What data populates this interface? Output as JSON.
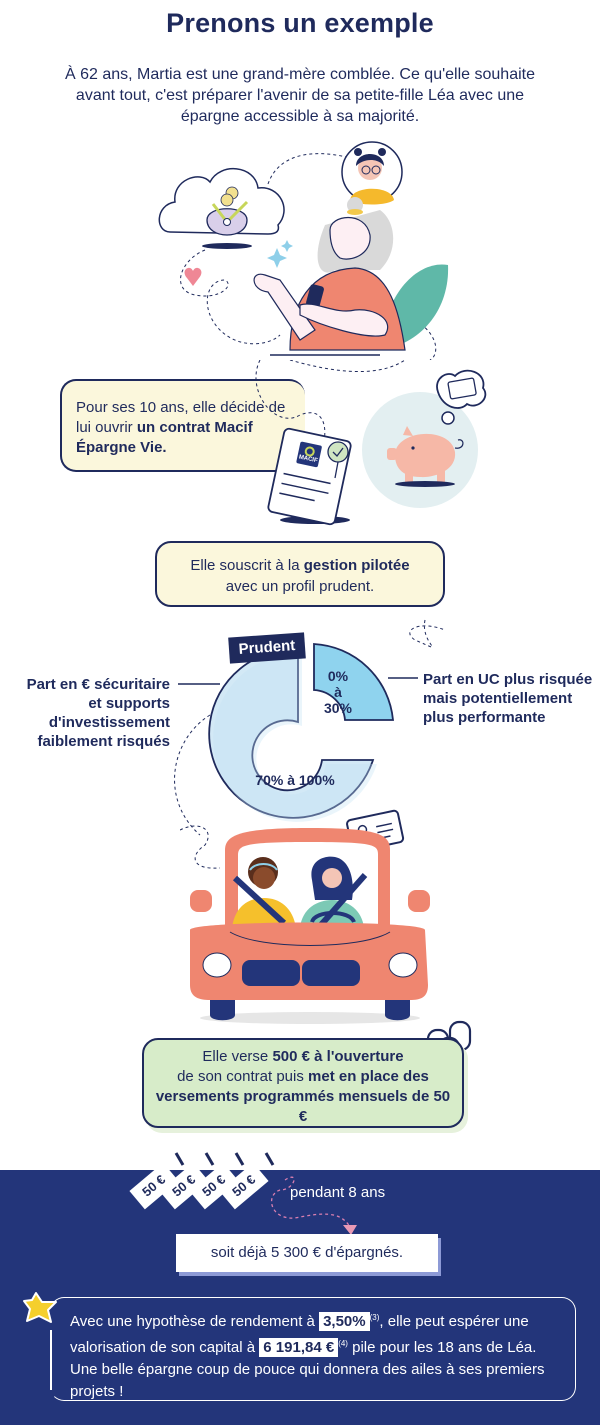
{
  "title": "Prenons un exemple",
  "intro": "À 62 ans, Martia est une grand-mère comblée. Ce qu'elle souhaite avant tout, c'est préparer l'avenir de sa petite-fille Léa avec une épargne accessible à sa majorité.",
  "step1": {
    "text_regular": "Pour ses 10 ans, elle décide de lui ouvrir ",
    "text_bold": "un contrat Macif Épargne Vie.",
    "document_logo": "MACIF"
  },
  "step2": {
    "text_before": "Elle souscrit à la ",
    "text_bold": "gestion pilotée",
    "text_after": " avec un profil prudent."
  },
  "allocation": {
    "profile_tag": "Prudent",
    "left_label": "Part en € sécuritaire et supports d'investissement faiblement risqués",
    "right_label": "Part en UC plus risquée mais potentiellement plus performante",
    "segment_uc_line1": "0%",
    "segment_uc_line2": "à",
    "segment_uc_line3": "30%",
    "segment_euro": "70% à 100%"
  },
  "chart_data": {
    "type": "pie",
    "title": "Prudent",
    "categories": [
      "Part en € sécuritaire et supports d'investissement faiblement risqués",
      "Part en UC plus risquée mais potentiellement plus performante"
    ],
    "values": [
      75,
      25
    ],
    "value_labels": [
      "70% à 100%",
      "0% à 30%"
    ],
    "colors": [
      "#d3e9f6",
      "#8fd3ee"
    ]
  },
  "step3": {
    "t1": "Elle verse ",
    "b1": "500 € à l'ouverture",
    "t2": " de son contrat puis ",
    "b2": "met en place des versements programmés mensuels de 50 €"
  },
  "bills": [
    "50 €",
    "50 €",
    "50 €",
    "50 €"
  ],
  "duration": "pendant 8 ans",
  "total": "soit déjà 5 300 € d'épargnés.",
  "final": {
    "t1": "Avec une hypothèse de rendement à ",
    "rate": "3,50%",
    "sup1": "(3)",
    "t2": ", elle peut espérer une valorisation de son capital à ",
    "capital": "6 191,84 €",
    "sup2": "(4)",
    "t3": " pile pour les 18 ans de Léa. Une belle épargne coup de pouce qui donnera des ailes à ses premiers projets !"
  },
  "colors": {
    "navy": "#1f2a5c",
    "band": "#23357a",
    "highlight_yellow": "#cfdc1f",
    "callout_cream": "#fbf7dc",
    "callout_green": "#d7ecc9",
    "coral": "#ef8670",
    "teal": "#5fb8a8",
    "light_blue": "#d3e9f6",
    "uc_blue": "#8fd3ee"
  }
}
